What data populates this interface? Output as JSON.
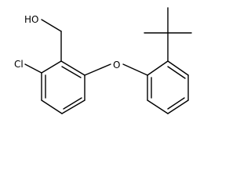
{
  "structure": {
    "atoms": [
      {
        "id": "OH",
        "label": "HO"
      },
      {
        "id": "Cl",
        "label": "Cl"
      },
      {
        "id": "O",
        "label": "O"
      }
    ]
  }
}
